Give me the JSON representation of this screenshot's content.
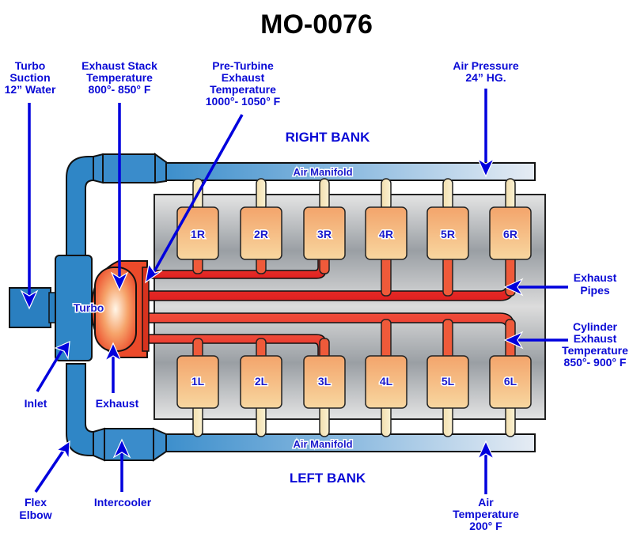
{
  "title": "MO-0076",
  "banks": {
    "right": "RIGHT BANK",
    "left": "LEFT BANK"
  },
  "manifolds": {
    "top": "Air Manifold",
    "bottom": "Air Manifold"
  },
  "turbo_label": "Turbo",
  "cylinders": {
    "right": [
      "1R",
      "2R",
      "3R",
      "4R",
      "5R",
      "6R"
    ],
    "left": [
      "1L",
      "2L",
      "3L",
      "4L",
      "5L",
      "6L"
    ]
  },
  "callouts": {
    "turbo_suction": [
      "Turbo",
      "Suction",
      "12” Water"
    ],
    "exhaust_stack": [
      "Exhaust Stack",
      "Temperature",
      "800°- 850° F"
    ],
    "pre_turbine": [
      "Pre-Turbine",
      "Exhaust",
      "Temperature",
      "1000°- 1050° F"
    ],
    "air_pressure": [
      "Air Pressure",
      "24” HG."
    ],
    "exhaust_pipes": [
      "Exhaust",
      "Pipes"
    ],
    "cylinder_exhaust": [
      "Cylinder",
      "Exhaust",
      "Temperature",
      "850°- 900° F"
    ],
    "inlet": [
      "Inlet"
    ],
    "exhaust": [
      "Exhaust"
    ],
    "flex_elbow": [
      "Flex",
      "Elbow"
    ],
    "intercooler": [
      "Intercooler"
    ],
    "air_temperature": [
      "Air",
      "Temperature",
      "200° F"
    ]
  },
  "colors": {
    "label_blue": "#0a0ad6",
    "pipe_blue": "#2f86c6",
    "exhaust_red": "#e8322a",
    "cylinder_orange": "#f2a06a",
    "block_gray": "#c8c8c8"
  }
}
